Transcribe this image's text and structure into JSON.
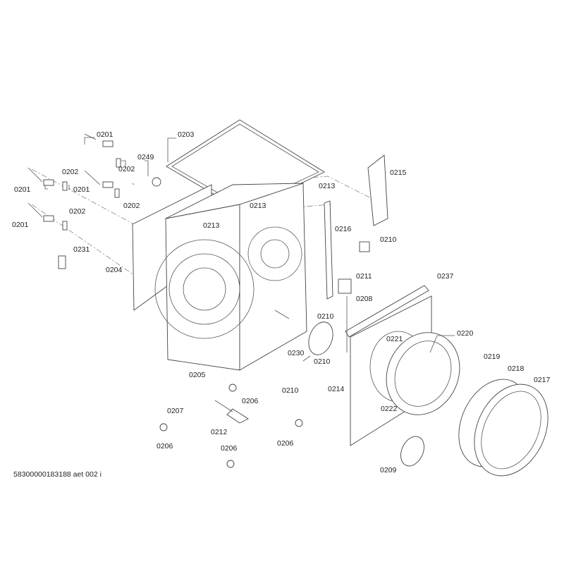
{
  "diagram": {
    "labels": [
      "0201",
      "0202",
      "0249",
      "0203",
      "0202",
      "0201",
      "0201",
      "0202",
      "0202",
      "0201",
      "0231",
      "0204",
      "0215",
      "0213",
      "0213",
      "0213",
      "0216",
      "0210",
      "0211",
      "0208",
      "0237",
      "0210",
      "0230",
      "0210",
      "0220",
      "0221",
      "0219",
      "0218",
      "0217",
      "0205",
      "0206",
      "0210",
      "0214",
      "0222",
      "0207",
      "0212",
      "0206",
      "0206",
      "0206",
      "0209"
    ],
    "footer": "58300000183188 aet 002 i"
  }
}
